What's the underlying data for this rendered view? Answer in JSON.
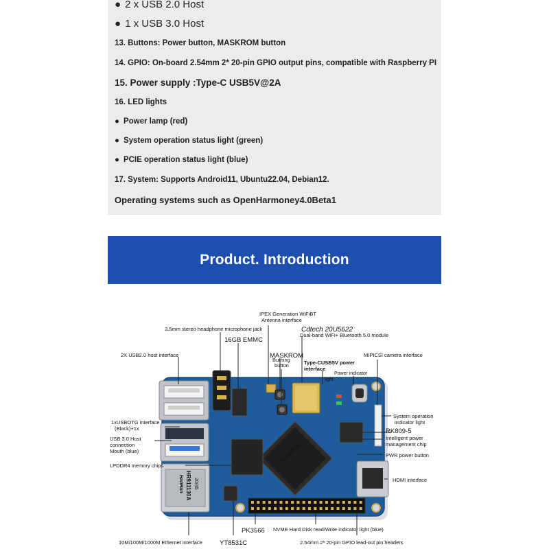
{
  "specs": {
    "usb20": "2 x USB 2.0 Host",
    "usb30": "1 x USB 3.0 Host",
    "buttons": "13. Buttons: Power button, MASKROM button",
    "gpio": "14. GPIO: On-board 2.54mm 2* 20-pin GPIO output pins, compatible with Raspberry PI",
    "power": "15. Power supply :Type-C USB5V@2A",
    "led": "16. LED lights",
    "led_power": "Power lamp (red)",
    "led_system": "System operation status light (green)",
    "led_pcie": "PCIE operation status light (blue)",
    "system": "17. System: Supports Android11, Ubuntu22.04, Debian12.",
    "os": "Operating systems such as OpenHarmoney4.0Beta1"
  },
  "banner": {
    "title": "Product. Introduction"
  },
  "diagram": {
    "labels": {
      "ipex_1": "IPEX Generation WiFiBT",
      "ipex_2": "Antenna interface",
      "audio_jack": "3.5mm stereo headphone microphone jack",
      "cdtech": "Cdtech 20U5622",
      "wifi_bt": "Dual-band WiFi+ Bluetooth 5.0 module",
      "emmc": "16GB EMMC",
      "usb2_host": "2X USB2.0 host interface",
      "maskrom": "MASKROM",
      "burning_1": "Burning",
      "burning_2": "button",
      "typec_1": "Type-CUSB5V power",
      "typec_2": "interface",
      "power_light_1": "Power indicator",
      "power_light_2": "light",
      "mipi": "MIPICSI camera interface",
      "sys_light_1": "System operation",
      "sys_light_2": "indicator light",
      "usbotg_1": "1xUSBOTG interface",
      "usbotg_2": "(Black)+1x",
      "usb3_1": "USB 3.0 Host",
      "usb3_2": "connection",
      "usb3_3": "Mouth (blue)",
      "rk809": "RK809-5",
      "pm_1": "Intelligent power",
      "pm_2": "management chip",
      "pwr_button": "PWR power button",
      "lpddr4": "LPDDR4 memory chips",
      "hdmi": "HDMI interface",
      "pk3566": "PK3566",
      "nvme": "NVME Hard Disk read/Write indicator light (blue)",
      "ethernet": "10M/100M/1000M Ethernet interface",
      "yt8531c": "YT8531C",
      "gpio_headers": "2.54mm 2* 20-pin GPIO lead-out pin headers"
    },
    "board": {
      "soc_logo": "Rockchip",
      "eth_brand": "HanRun",
      "eth_part": "HR911130A",
      "eth_code": "20/45"
    }
  }
}
